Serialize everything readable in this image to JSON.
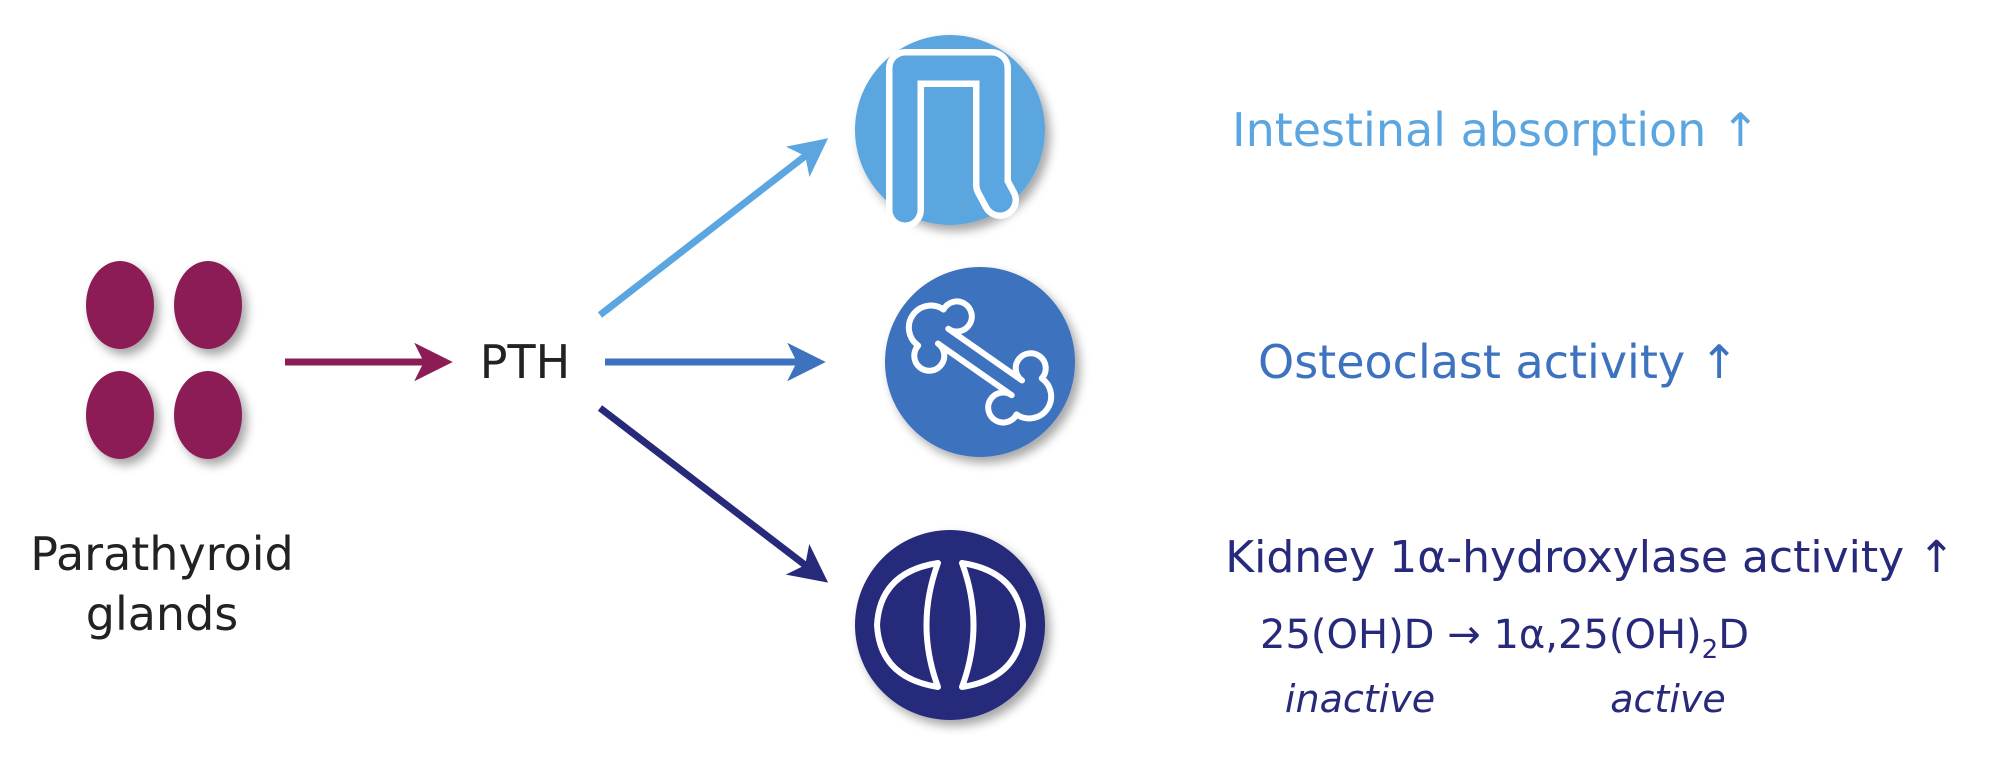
{
  "colors": {
    "gland": "#8b1c55",
    "light_blue": "#5ba6e0",
    "mid_blue": "#3d72bf",
    "dark_blue": "#27297a",
    "text_dark": "#222222"
  },
  "source": {
    "label_line1": "Parathyroid",
    "label_line2": "glands"
  },
  "hormone": {
    "label": "PTH"
  },
  "targets": [
    {
      "icon": "intestine-icon",
      "effect": "Intestinal absorption",
      "trend": "↑"
    },
    {
      "icon": "bone-icon",
      "effect": "Osteoclast activity",
      "trend": "↑"
    },
    {
      "icon": "kidney-icon",
      "effect": "Kidney 1α-hydroxylase activity",
      "trend": "↑"
    }
  ],
  "conversion": {
    "substrate": "25(OH)D",
    "arrow": "→",
    "product_prefix": "1α,25(OH)",
    "product_subscript": "2",
    "product_suffix": "D",
    "substrate_state": "inactive",
    "product_state": "active"
  }
}
